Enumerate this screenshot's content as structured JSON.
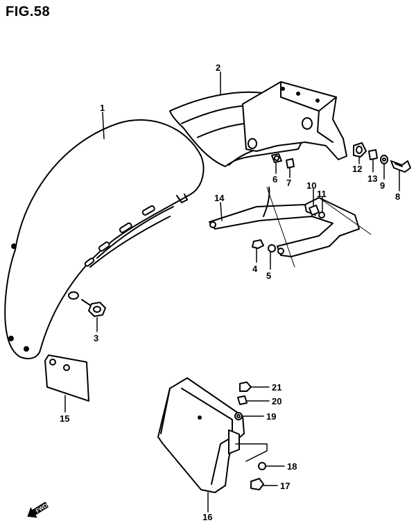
{
  "figure": {
    "title": "FIG.58",
    "fwd_label": "FWD"
  },
  "callouts": {
    "c1": "1",
    "c2": "2",
    "c3": "3",
    "c4": "4",
    "c5": "5",
    "c6": "6",
    "c7": "7",
    "c8": "8",
    "c9": "9",
    "c10": "10",
    "c11": "11",
    "c12": "12",
    "c13": "13",
    "c14": "14",
    "c15": "15",
    "c16": "16",
    "c17": "17",
    "c18": "18",
    "c19": "19",
    "c20": "20",
    "c21": "21"
  }
}
